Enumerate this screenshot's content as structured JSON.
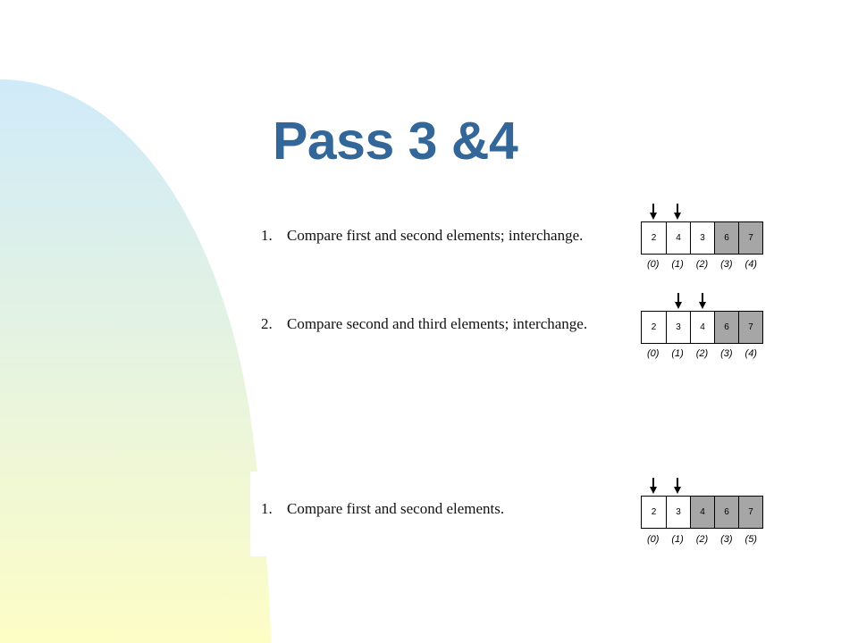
{
  "slide": {
    "title": "Pass 3 &4",
    "colors": {
      "title": "#336699",
      "shaded_cell": "#a6a6a6",
      "gradient_top": "#cfeaf9",
      "gradient_bottom": "#fdfdc6"
    }
  },
  "steps": [
    {
      "number": "1.",
      "text": "Compare first and second elements; interchange.",
      "cells": [
        "2",
        "4",
        "3",
        "6",
        "7"
      ],
      "shaded": [
        false,
        false,
        false,
        true,
        true
      ],
      "indices": [
        "(0)",
        "(1)",
        "(2)",
        "(3)",
        "(4)"
      ],
      "arrows_at": [
        0,
        1
      ]
    },
    {
      "number": "2.",
      "text": "Compare second and third elements; interchange.",
      "cells": [
        "2",
        "3",
        "4",
        "6",
        "7"
      ],
      "shaded": [
        false,
        false,
        false,
        true,
        true
      ],
      "indices": [
        "(0)",
        "(1)",
        "(2)",
        "(3)",
        "(4)"
      ],
      "arrows_at": [
        1,
        2
      ]
    },
    {
      "number": "1.",
      "text": "Compare first and second elements.",
      "cells": [
        "2",
        "3",
        "4",
        "6",
        "7"
      ],
      "shaded": [
        false,
        false,
        true,
        true,
        true
      ],
      "indices": [
        "(0)",
        "(1)",
        "(2)",
        "(3)",
        "(5)"
      ],
      "arrows_at": [
        0,
        1
      ]
    }
  ]
}
